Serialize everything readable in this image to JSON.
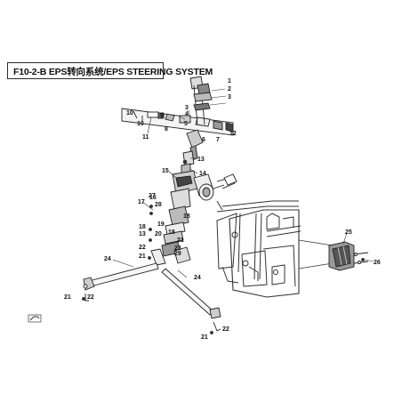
{
  "title": "F10-2-B EPS转向系统/EPS STEERING SYSTEM",
  "callouts": [
    {
      "id": "c1a",
      "label": "1"
    },
    {
      "id": "c2a",
      "label": "2"
    },
    {
      "id": "c3a",
      "label": "3"
    },
    {
      "id": "c3b",
      "label": "3"
    },
    {
      "id": "c4",
      "label": "4"
    },
    {
      "id": "c5",
      "label": "5"
    },
    {
      "id": "c6",
      "label": "6"
    },
    {
      "id": "c7",
      "label": "7"
    },
    {
      "id": "c8",
      "label": "8"
    },
    {
      "id": "c9",
      "label": "9"
    },
    {
      "id": "c10a",
      "label": "10"
    },
    {
      "id": "c10b",
      "label": "10"
    },
    {
      "id": "c11",
      "label": "11"
    },
    {
      "id": "c12",
      "label": "12"
    },
    {
      "id": "c13a",
      "label": "13"
    },
    {
      "id": "c14",
      "label": "14"
    },
    {
      "id": "c15",
      "label": "15"
    },
    {
      "id": "c16",
      "label": "16"
    },
    {
      "id": "c17",
      "label": "17"
    },
    {
      "id": "c27",
      "label": "27"
    },
    {
      "id": "c28",
      "label": "28"
    },
    {
      "id": "c18a",
      "label": "18"
    },
    {
      "id": "c18b",
      "label": "18"
    },
    {
      "id": "c18c",
      "label": "18"
    },
    {
      "id": "c19",
      "label": "19"
    },
    {
      "id": "c13b",
      "label": "13"
    },
    {
      "id": "c20",
      "label": "20"
    },
    {
      "id": "c21a",
      "label": "21"
    },
    {
      "id": "c22a",
      "label": "22"
    },
    {
      "id": "c23",
      "label": "23"
    },
    {
      "id": "c29",
      "label": "29"
    },
    {
      "id": "c21b",
      "label": "21"
    },
    {
      "id": "c24a",
      "label": "24"
    },
    {
      "id": "c24b",
      "label": "24"
    },
    {
      "id": "c21c",
      "label": "21"
    },
    {
      "id": "c22b",
      "label": "22"
    },
    {
      "id": "c21d",
      "label": "21"
    },
    {
      "id": "c22c",
      "label": "22"
    },
    {
      "id": "c25",
      "label": "25"
    },
    {
      "id": "c26",
      "label": "26"
    }
  ]
}
